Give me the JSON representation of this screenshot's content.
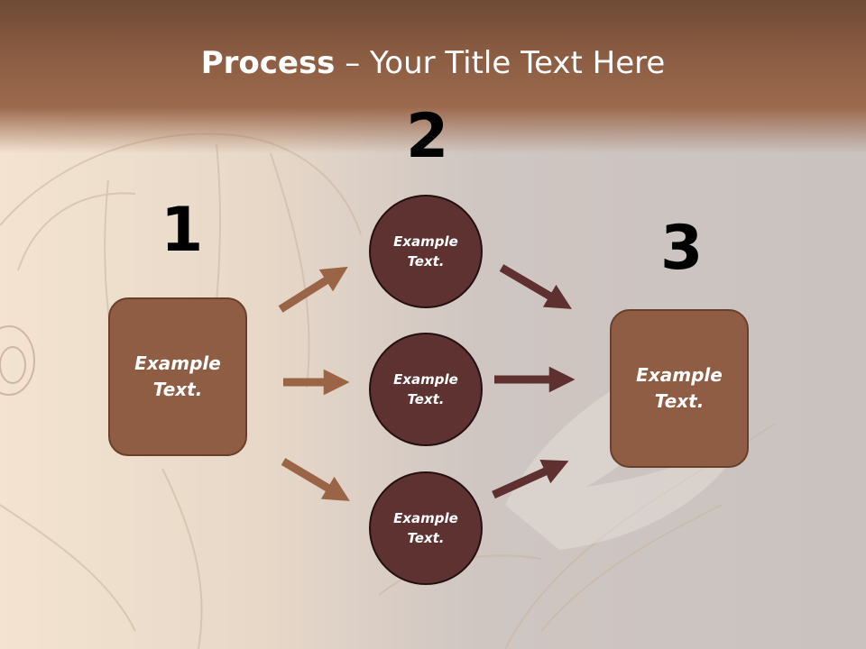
{
  "title": {
    "bold": "Process",
    "rest": " – Your Title Text Here"
  },
  "steps": [
    {
      "number": "1",
      "label_line1": "Example",
      "label_line2": "Text."
    },
    {
      "number": "2",
      "label_line1": "Example",
      "label_line2": "Text."
    },
    {
      "number": "3",
      "label_line1": "Example",
      "label_line2": "Text."
    }
  ],
  "middle_circles": [
    {
      "line1": "Example",
      "line2": "Text."
    },
    {
      "line1": "Example",
      "line2": "Text."
    },
    {
      "line1": "Example",
      "line2": "Text."
    }
  ],
  "colors": {
    "box_fill": "#8e5d43",
    "circle_fill": "#5f3232",
    "left_arrow": "#9a6446",
    "right_arrow": "#5e3030"
  }
}
